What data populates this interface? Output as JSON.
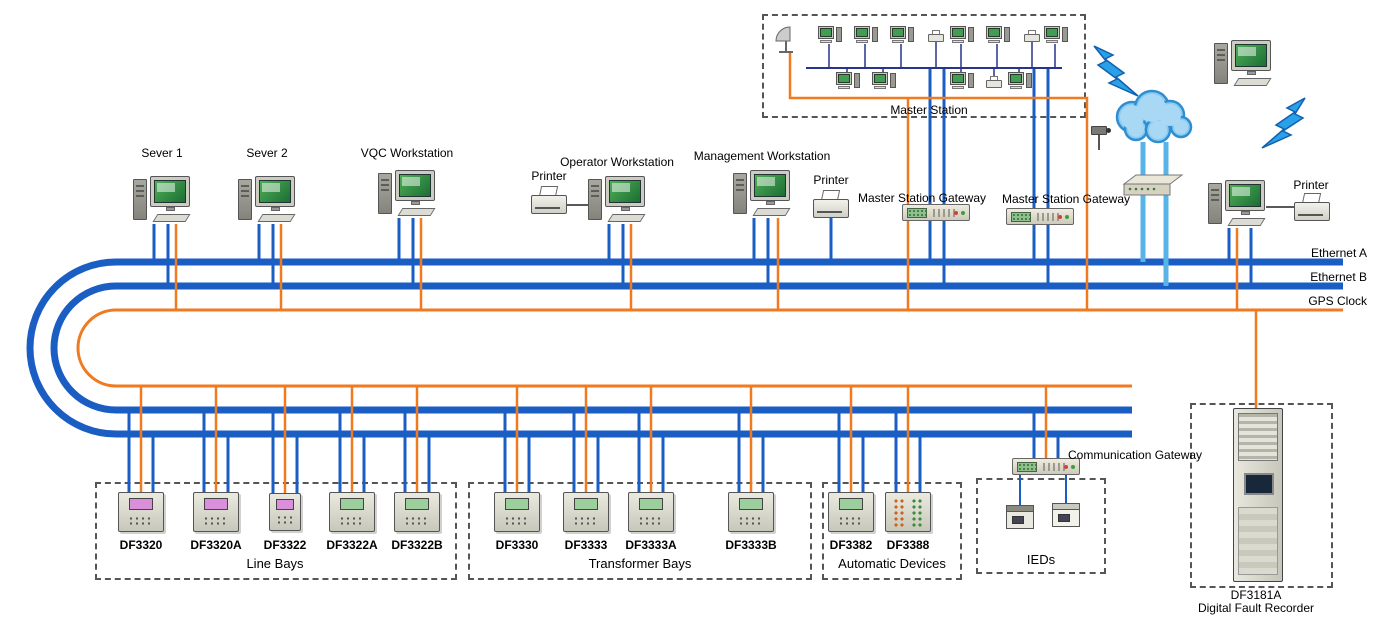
{
  "colors": {
    "ethernet_bus": "#1a5ec4",
    "gps_bus": "#f07a20",
    "wan_link": "#58b4e8",
    "screen_green": "#9ccf9c",
    "screen_pink": "#d98fd9"
  },
  "icons": {
    "computer": "monitor-tower-keyboard",
    "printer": "box-with-paper",
    "gateway": "rack-unit-with-display",
    "relay": "panel-box-with-lcd",
    "ied": "small-metal-box",
    "rack": "tall-cabinet",
    "cloud": "blue-cloud",
    "lightning": "blue-bolt",
    "router": "flat-3d-box",
    "satellite_dish": "quarter-circle-dish",
    "camera": "cctv-on-pole"
  },
  "buses": {
    "ethernet_a": "Ethernet A",
    "ethernet_b": "Ethernet B",
    "gps_clock": "GPS Clock"
  },
  "top": {
    "server1": "Sever 1",
    "server2": "Sever 2",
    "vqc": "VQC Workstation",
    "printer_left": "Printer",
    "operator": "Operator Workstation",
    "management": "Management Workstation",
    "printer_mid": "Printer",
    "gateway1": "Master Station Gateway",
    "gateway2": "Master Station Gateway",
    "printer_right": "Printer",
    "master_station": "Master Station"
  },
  "bottom": {
    "comm_gateway": "Communication Gateway",
    "groups": {
      "line_bays": {
        "label": "Line Bays",
        "devices": [
          "DF3320",
          "DF3320A",
          "DF3322",
          "DF3322A",
          "DF3322B"
        ]
      },
      "transformer_bays": {
        "label": "Transformer Bays",
        "devices": [
          "DF3330",
          "DF3333",
          "DF3333A",
          "DF3333B"
        ]
      },
      "automatic_devices": {
        "label": "Automatic Devices",
        "devices": [
          "DF3382",
          "DF3388"
        ]
      },
      "ieds": {
        "label": "IEDs"
      }
    },
    "recorder": {
      "model": "DF3181A",
      "name": "Digital Fault Recorder"
    }
  }
}
